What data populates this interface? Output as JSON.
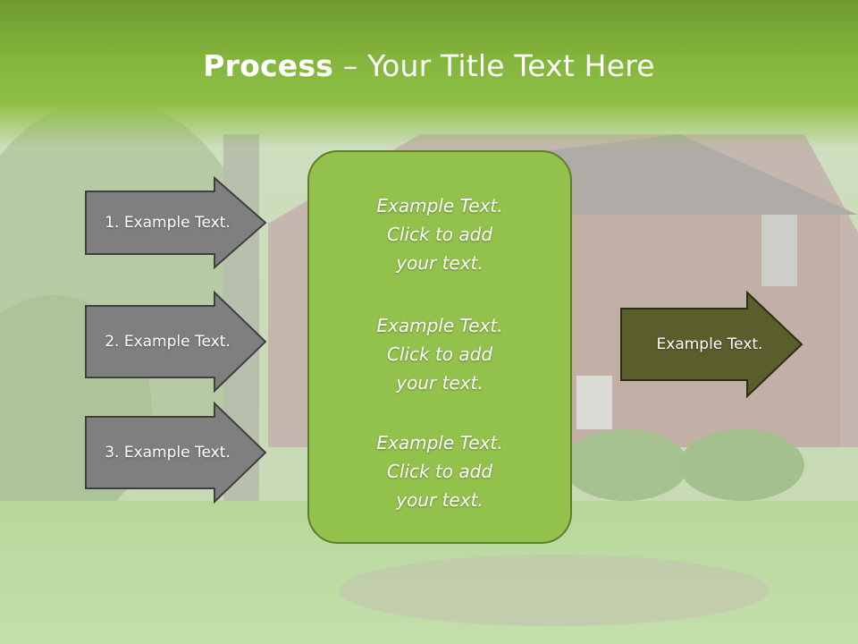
{
  "slide": {
    "title_bold": "Process",
    "title_rest": " – Your Title Text Here",
    "left_arrows": [
      {
        "label": "1. Example Text."
      },
      {
        "label": "2. Example Text."
      },
      {
        "label": "3. Example Text."
      }
    ],
    "center_blocks": [
      {
        "line1": "Example Text.",
        "line2": "Click  to add",
        "line3": "your text."
      },
      {
        "line1": "Example Text.",
        "line2": "Click  to add",
        "line3": "your text."
      },
      {
        "line1": "Example Text.",
        "line2": "Click  to add",
        "line3": "your text."
      }
    ],
    "right_arrow": {
      "label": "Example Text."
    }
  },
  "colors": {
    "title_band": "#84b53c",
    "left_arrow_fill": "#7f7f7f",
    "center_box_fill": "#93c24c",
    "right_arrow_fill": "#5a5d2c"
  }
}
